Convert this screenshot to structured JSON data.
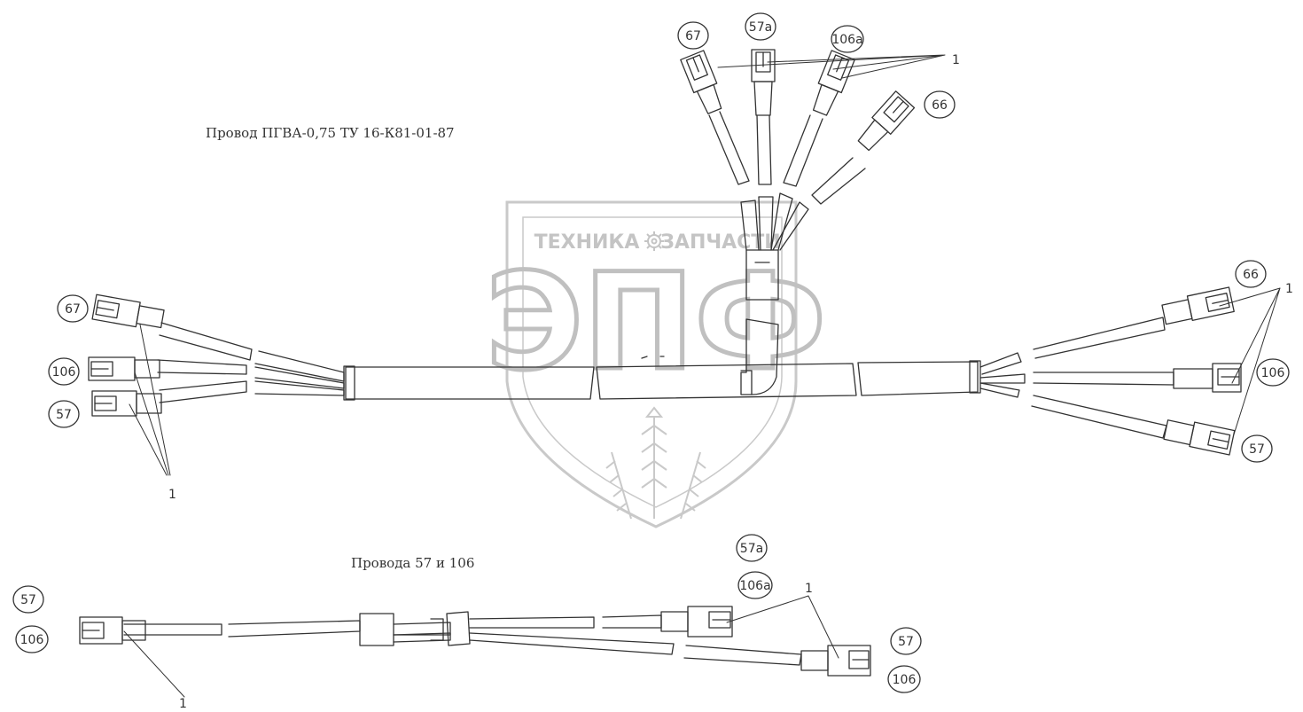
{
  "title": "Провод ПГВА-0,75 ТУ 16-К81-01-87",
  "subtitle": "Провода 57 и 106",
  "watermark": {
    "brand": "ТЕХНИКА",
    "brand2": "ЗАПЧАСТИ",
    "mark": "ЭПФ",
    "color": "#bdbdbd"
  },
  "callout_number": "1",
  "tags": {
    "top_67": "67",
    "top_57a": "57a",
    "top_106a": "106a",
    "top_66": "66",
    "left_67": "67",
    "left_106": "106",
    "left_57": "57",
    "right_66": "66",
    "right_106": "106",
    "right_57": "57",
    "bottom_left_57": "57",
    "bottom_left_106": "106",
    "bottom_mid_57a": "57a",
    "bottom_mid_106a": "106a",
    "bottom_right_57": "57",
    "bottom_right_106": "106"
  },
  "colors": {
    "line": "#333333",
    "paper": "#ffffff"
  }
}
